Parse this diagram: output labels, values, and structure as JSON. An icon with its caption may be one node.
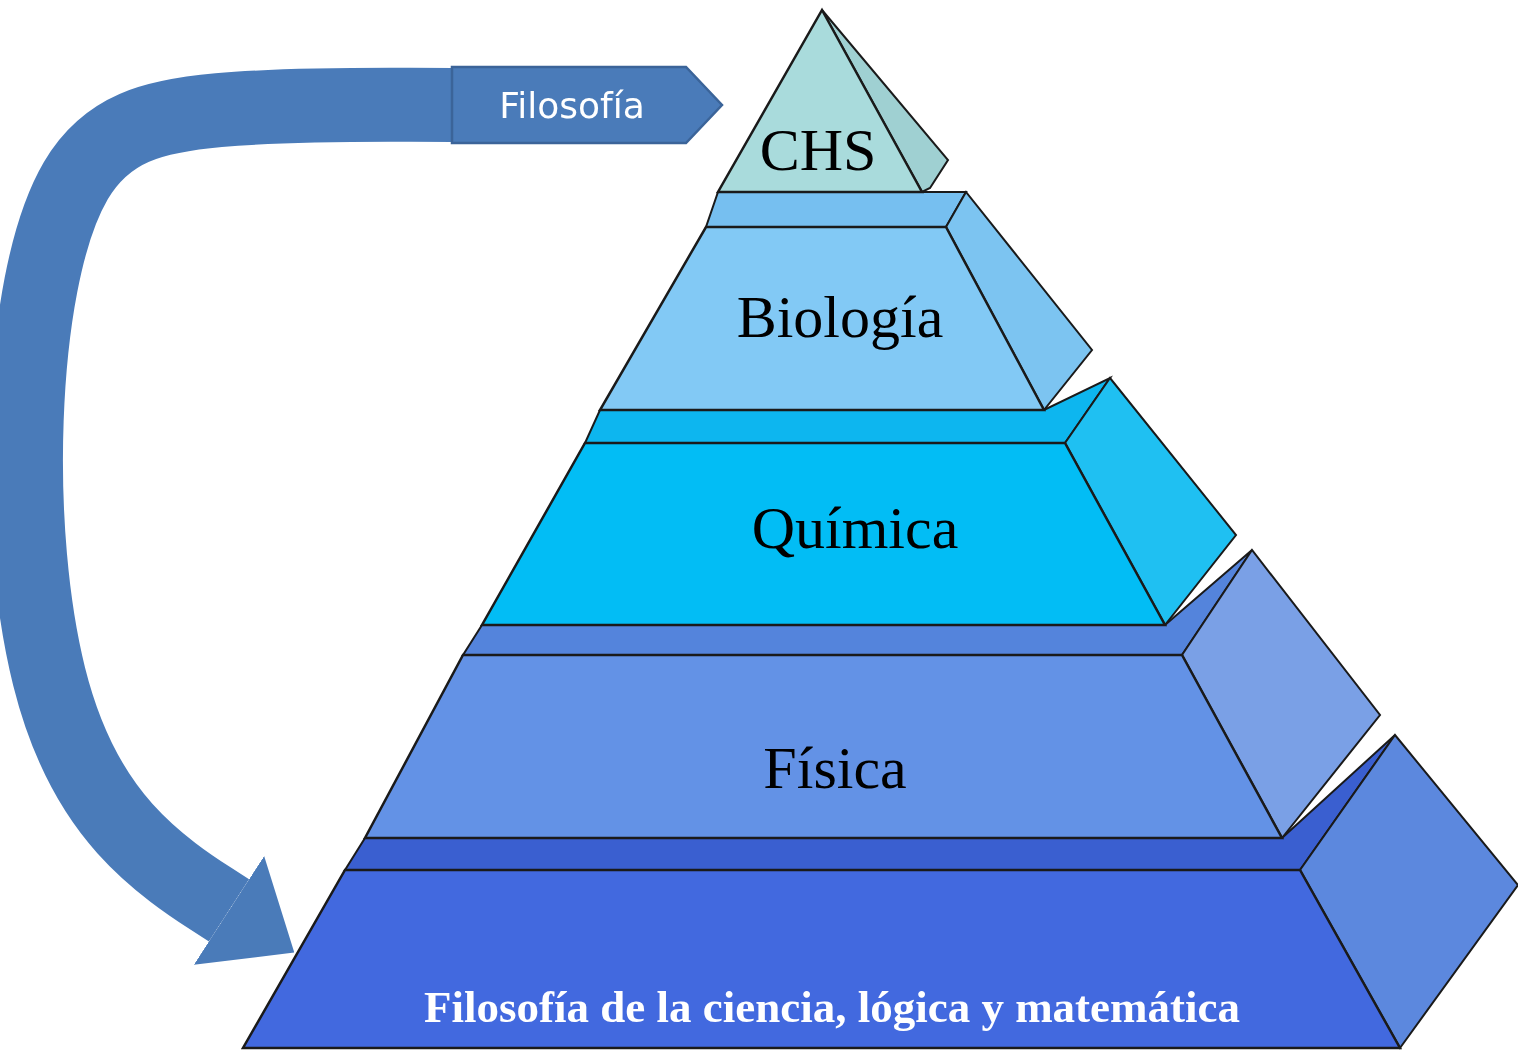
{
  "diagram": {
    "nodes": [
      {
        "text": [
          "Filosofía"
        ]
      },
      {
        "text": [
          "CHS"
        ]
      },
      {
        "text": [
          "Biología"
        ]
      },
      {
        "text": [
          "Química"
        ]
      },
      {
        "text": [
          "Física"
        ]
      },
      {
        "text": [
          "Filosofía de la ciencia, lógica y matemática"
        ]
      }
    ],
    "edges": [
      {
        "from": 0,
        "to": 5,
        "arrow": "to"
      }
    ]
  }
}
